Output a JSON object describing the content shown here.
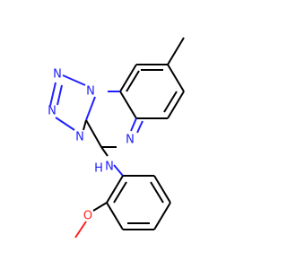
{
  "atoms": {
    "n1": "N",
    "n2": "N",
    "n3": "N",
    "n4": "N",
    "n5": "N",
    "nh": "N",
    "h": "H",
    "o": "O"
  },
  "colors": {
    "nitrogen": "#2020ff",
    "oxygen": "#ff2020",
    "carbon": "#000000"
  }
}
